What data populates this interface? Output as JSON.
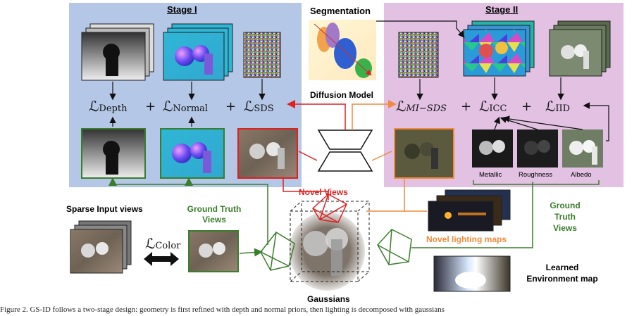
{
  "stage1": {
    "title": "Stage I"
  },
  "stage2": {
    "title": "Stage II"
  },
  "segmentation": {
    "title": "Segmentation"
  },
  "diffusion": {
    "label": "Diffusion Model"
  },
  "losses": {
    "depth": {
      "main": "ℒ",
      "sub": "Depth"
    },
    "normal": {
      "main": "ℒ",
      "sub": "Normal"
    },
    "sds": {
      "main": "ℒ",
      "sub": "SDS"
    },
    "mi_sds": {
      "main": "ℒ",
      "sub": "MI−SDS"
    },
    "icc": {
      "main": "ℒ",
      "sub": "ICC"
    },
    "iid": {
      "main": "ℒ",
      "sub": "IID"
    },
    "color": {
      "main": "ℒ",
      "sub": "Color"
    },
    "plus": "+"
  },
  "materials": {
    "metallic": "Metallic",
    "roughness": "Roughness",
    "albedo": "Albedo"
  },
  "labels": {
    "novel_views": "Novel Views",
    "sparse_input": "Sparse Input views",
    "gt_views_left": [
      "Ground Truth",
      "Views"
    ],
    "gt_views_right": [
      "Ground",
      "Truth",
      "Views"
    ],
    "novel_lighting": "Novel lighting maps",
    "gaussians": "Gaussians",
    "learned_env": [
      "Learned",
      "Environment map"
    ]
  },
  "caption": "Figure 2. GS-ID follows a two-stage design: geometry is first refined with depth and normal priors, then lighting is decomposed with gaussians",
  "colors": {
    "stage1_bg": "#b4c7e7",
    "stage2_bg": "#e2c1e3",
    "green": "#3a7d2c",
    "red": "#e02020",
    "orange": "#f08a3c"
  }
}
